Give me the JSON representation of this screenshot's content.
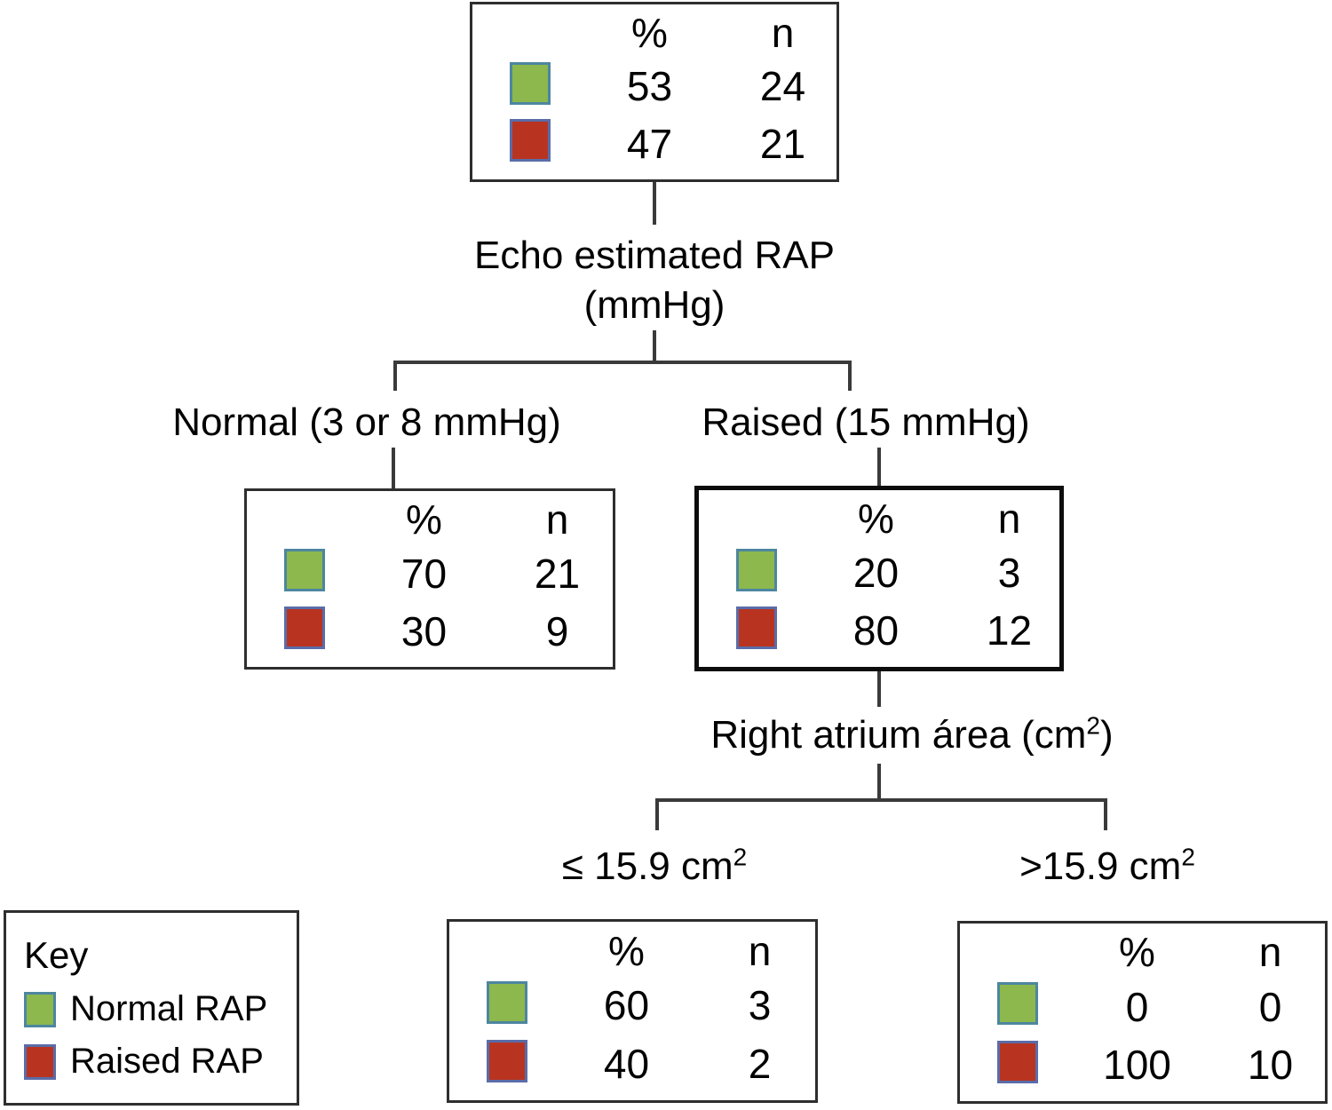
{
  "colors": {
    "green": {
      "fill": "#8cb84d",
      "border": "#4d86a0"
    },
    "red": {
      "fill": "#b93420",
      "border": "#5a6ca8"
    },
    "box_border": "#2e2e2e",
    "thick_box_border": "#0c0c0c",
    "line": "#3a3a3a"
  },
  "boxes": {
    "root": {
      "header_pct": "%",
      "header_n": "n",
      "rows": [
        {
          "legend": "normal-rap",
          "pct": "53",
          "n": "24"
        },
        {
          "legend": "raised-rap",
          "pct": "47",
          "n": "21"
        }
      ]
    },
    "normal": {
      "header_pct": "%",
      "header_n": "n",
      "rows": [
        {
          "legend": "normal-rap",
          "pct": "70",
          "n": "21"
        },
        {
          "legend": "raised-rap",
          "pct": "30",
          "n": "9"
        }
      ]
    },
    "raised": {
      "header_pct": "%",
      "header_n": "n",
      "rows": [
        {
          "legend": "normal-rap",
          "pct": "20",
          "n": "3"
        },
        {
          "legend": "raised-rap",
          "pct": "80",
          "n": "12"
        }
      ]
    },
    "area_le": {
      "header_pct": "%",
      "header_n": "n",
      "rows": [
        {
          "legend": "normal-rap",
          "pct": "60",
          "n": "3"
        },
        {
          "legend": "raised-rap",
          "pct": "40",
          "n": "2"
        }
      ]
    },
    "area_gt": {
      "header_pct": "%",
      "header_n": "n",
      "rows": [
        {
          "legend": "normal-rap",
          "pct": "0",
          "n": "0"
        },
        {
          "legend": "raised-rap",
          "pct": "100",
          "n": "10"
        }
      ]
    }
  },
  "split1": {
    "title_line1": "Echo estimated RAP",
    "title_line2": "(mmHg)",
    "left_label": "Normal (3 or 8 mmHg)",
    "right_label": "Raised (15 mmHg)"
  },
  "split2": {
    "title_prefix": "Right atrium área (cm",
    "title_sup": "2",
    "title_suffix": ")",
    "left_prefix": "≤ 15.9 cm",
    "left_sup": "2",
    "right_prefix": ">15.9 cm",
    "right_sup": "2"
  },
  "key": {
    "title": "Key",
    "items": [
      {
        "legend": "normal-rap",
        "label": "Normal RAP"
      },
      {
        "legend": "raised-rap",
        "label": "Raised RAP"
      }
    ]
  }
}
